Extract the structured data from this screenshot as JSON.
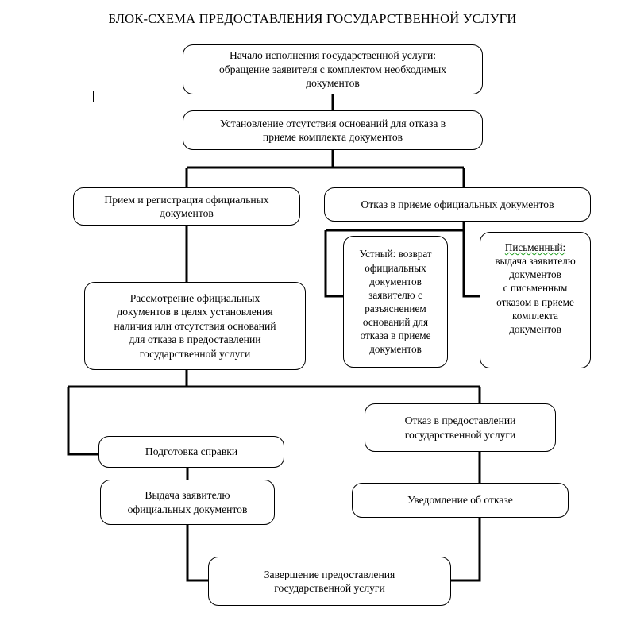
{
  "diagram": {
    "title": "БЛОК-СХЕМА ПРЕДОСТАВЛЕНИЯ ГОСУДАРСТВЕННОЙ УСЛУГИ",
    "type": "flowchart",
    "orientation": "top-to-bottom",
    "shape": "rounded-rectangle",
    "line_color": "#000000",
    "box_border_color": "#000000",
    "background_color": "#ffffff",
    "spellcheck_underline_color": "#1a9c1a"
  },
  "nodes": [
    {
      "id": "start",
      "label": "Начало исполнения государственной услуги: обращение заявителя с комплектом необходимых документов",
      "lines": [
        "Начало исполнения государственной услуги:",
        "обращение заявителя с комплектом необходимых",
        "документов"
      ]
    },
    {
      "id": "check-grounds",
      "label": "Установление отсутствия оснований для отказа в приеме комплекта документов",
      "lines": [
        "Установление отсутствия оснований для отказа в",
        "приеме комплекта документов"
      ]
    },
    {
      "id": "accept-register",
      "label": "Прием и регистрация официальных документов",
      "lines": [
        "Прием и регистрация официальных",
        "документов"
      ]
    },
    {
      "id": "refuse-accept",
      "label": "Отказ в приеме официальных документов",
      "lines": [
        "Отказ в приеме официальных документов"
      ]
    },
    {
      "id": "oral-refusal",
      "label": "Устный: возврат официальных документов заявителю с разъяснением оснований для отказа в приеме документов",
      "lines": [
        "Устный: возврат",
        "официальных",
        "документов",
        "заявителю с",
        "разъяснением",
        "оснований для",
        "отказа в приеме",
        "документов"
      ]
    },
    {
      "id": "written-refusal",
      "label": "Письменный: выдача заявителю документов с письменным отказом в приеме комплекта документов",
      "heading": "Письменный:",
      "lines": [
        "выдача заявителю",
        "документов",
        "с письменным",
        "отказом в приеме",
        "комплекта",
        "документов"
      ]
    },
    {
      "id": "review-docs",
      "label": "Рассмотрение официальных документов в целях установления наличия или отсутствия оснований для отказа в предоставлении государственной услуги",
      "lines": [
        "Рассмотрение официальных",
        "документов в целях установления",
        "наличия или отсутствия оснований",
        "для отказа в предоставлении",
        "государственной услуги"
      ]
    },
    {
      "id": "prepare-certificate",
      "label": "Подготовка справки",
      "lines": [
        "Подготовка справки"
      ]
    },
    {
      "id": "issue-docs",
      "label": "Выдача заявителю официальных документов",
      "lines": [
        "Выдача заявителю",
        "официальных документов"
      ]
    },
    {
      "id": "refuse-service",
      "label": "Отказ в предоставлении государственной услуги",
      "lines": [
        "Отказ в предоставлении",
        "государственной услуги"
      ]
    },
    {
      "id": "refusal-notice",
      "label": "Уведомление об отказе",
      "lines": [
        "Уведомление об отказе"
      ]
    },
    {
      "id": "completion",
      "label": "Завершение предоставления государственной услуги",
      "lines": [
        "Завершение предоставления",
        "государственной услуги"
      ]
    }
  ],
  "edges": [
    {
      "from": "start",
      "to": "check-grounds"
    },
    {
      "from": "check-grounds",
      "to": "accept-register"
    },
    {
      "from": "check-grounds",
      "to": "refuse-accept"
    },
    {
      "from": "refuse-accept",
      "to": "oral-refusal"
    },
    {
      "from": "refuse-accept",
      "to": "written-refusal"
    },
    {
      "from": "accept-register",
      "to": "review-docs"
    },
    {
      "from": "review-docs",
      "to": "prepare-certificate"
    },
    {
      "from": "review-docs",
      "to": "refuse-service"
    },
    {
      "from": "prepare-certificate",
      "to": "issue-docs"
    },
    {
      "from": "issue-docs",
      "to": "completion"
    },
    {
      "from": "refuse-service",
      "to": "refusal-notice"
    },
    {
      "from": "refusal-notice",
      "to": "completion"
    }
  ]
}
